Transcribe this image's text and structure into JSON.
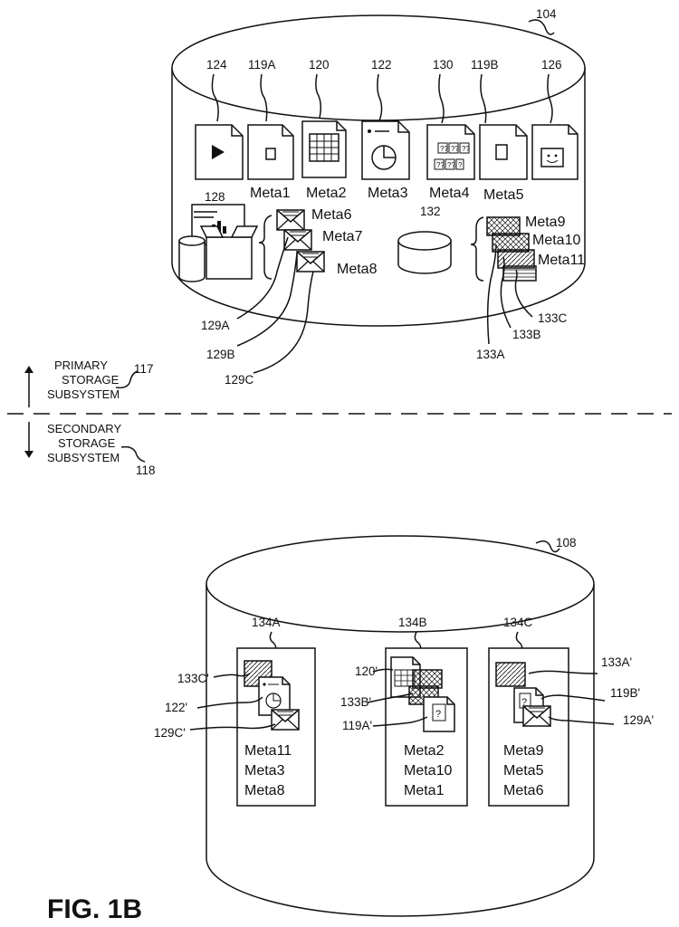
{
  "figure_label": "FIG. 1B",
  "primary": {
    "ref": "104",
    "top_refs": {
      "r124": "124",
      "r119a": "119A",
      "r120": "120",
      "r122": "122",
      "r130": "130",
      "r119b": "119B",
      "r126": "126"
    },
    "metas": {
      "m1": "Meta1",
      "m2": "Meta2",
      "m3": "Meta3",
      "m4": "Meta4",
      "m5": "Meta5",
      "m6": "Meta6",
      "m7": "Meta7",
      "m8": "Meta8",
      "m9": "Meta9",
      "m10": "Meta10",
      "m11": "Meta11"
    },
    "r128": "128",
    "r132": "132",
    "r129a": "129A",
    "r129b": "129B",
    "r129c": "129C",
    "r133a": "133A",
    "r133b": "133B",
    "r133c": "133C"
  },
  "divider": {
    "primary_line1": "PRIMARY",
    "primary_line2": "STORAGE",
    "primary_line3": "SUBSYSTEM",
    "primary_ref": "117",
    "secondary_line1": "SECONDARY",
    "secondary_line2": "STORAGE",
    "secondary_line3": "SUBSYSTEM",
    "secondary_ref": "118"
  },
  "secondary": {
    "ref": "108",
    "r134a": "134A",
    "r134b": "134B",
    "r134c": "134C",
    "r133c_p": "133C'",
    "r122_p": "122'",
    "r129c_p": "129C'",
    "r120_p": "120'",
    "r133b_p": "133B'",
    "r119a_p": "119A'",
    "r133a_p": "133A'",
    "r119b_p": "119B'",
    "r129a_p": "129A'",
    "box_a": [
      "Meta11",
      "Meta3",
      "Meta8"
    ],
    "box_b": [
      "Meta2",
      "Meta10",
      "Meta1"
    ],
    "box_c": [
      "Meta9",
      "Meta5",
      "Meta6"
    ]
  }
}
